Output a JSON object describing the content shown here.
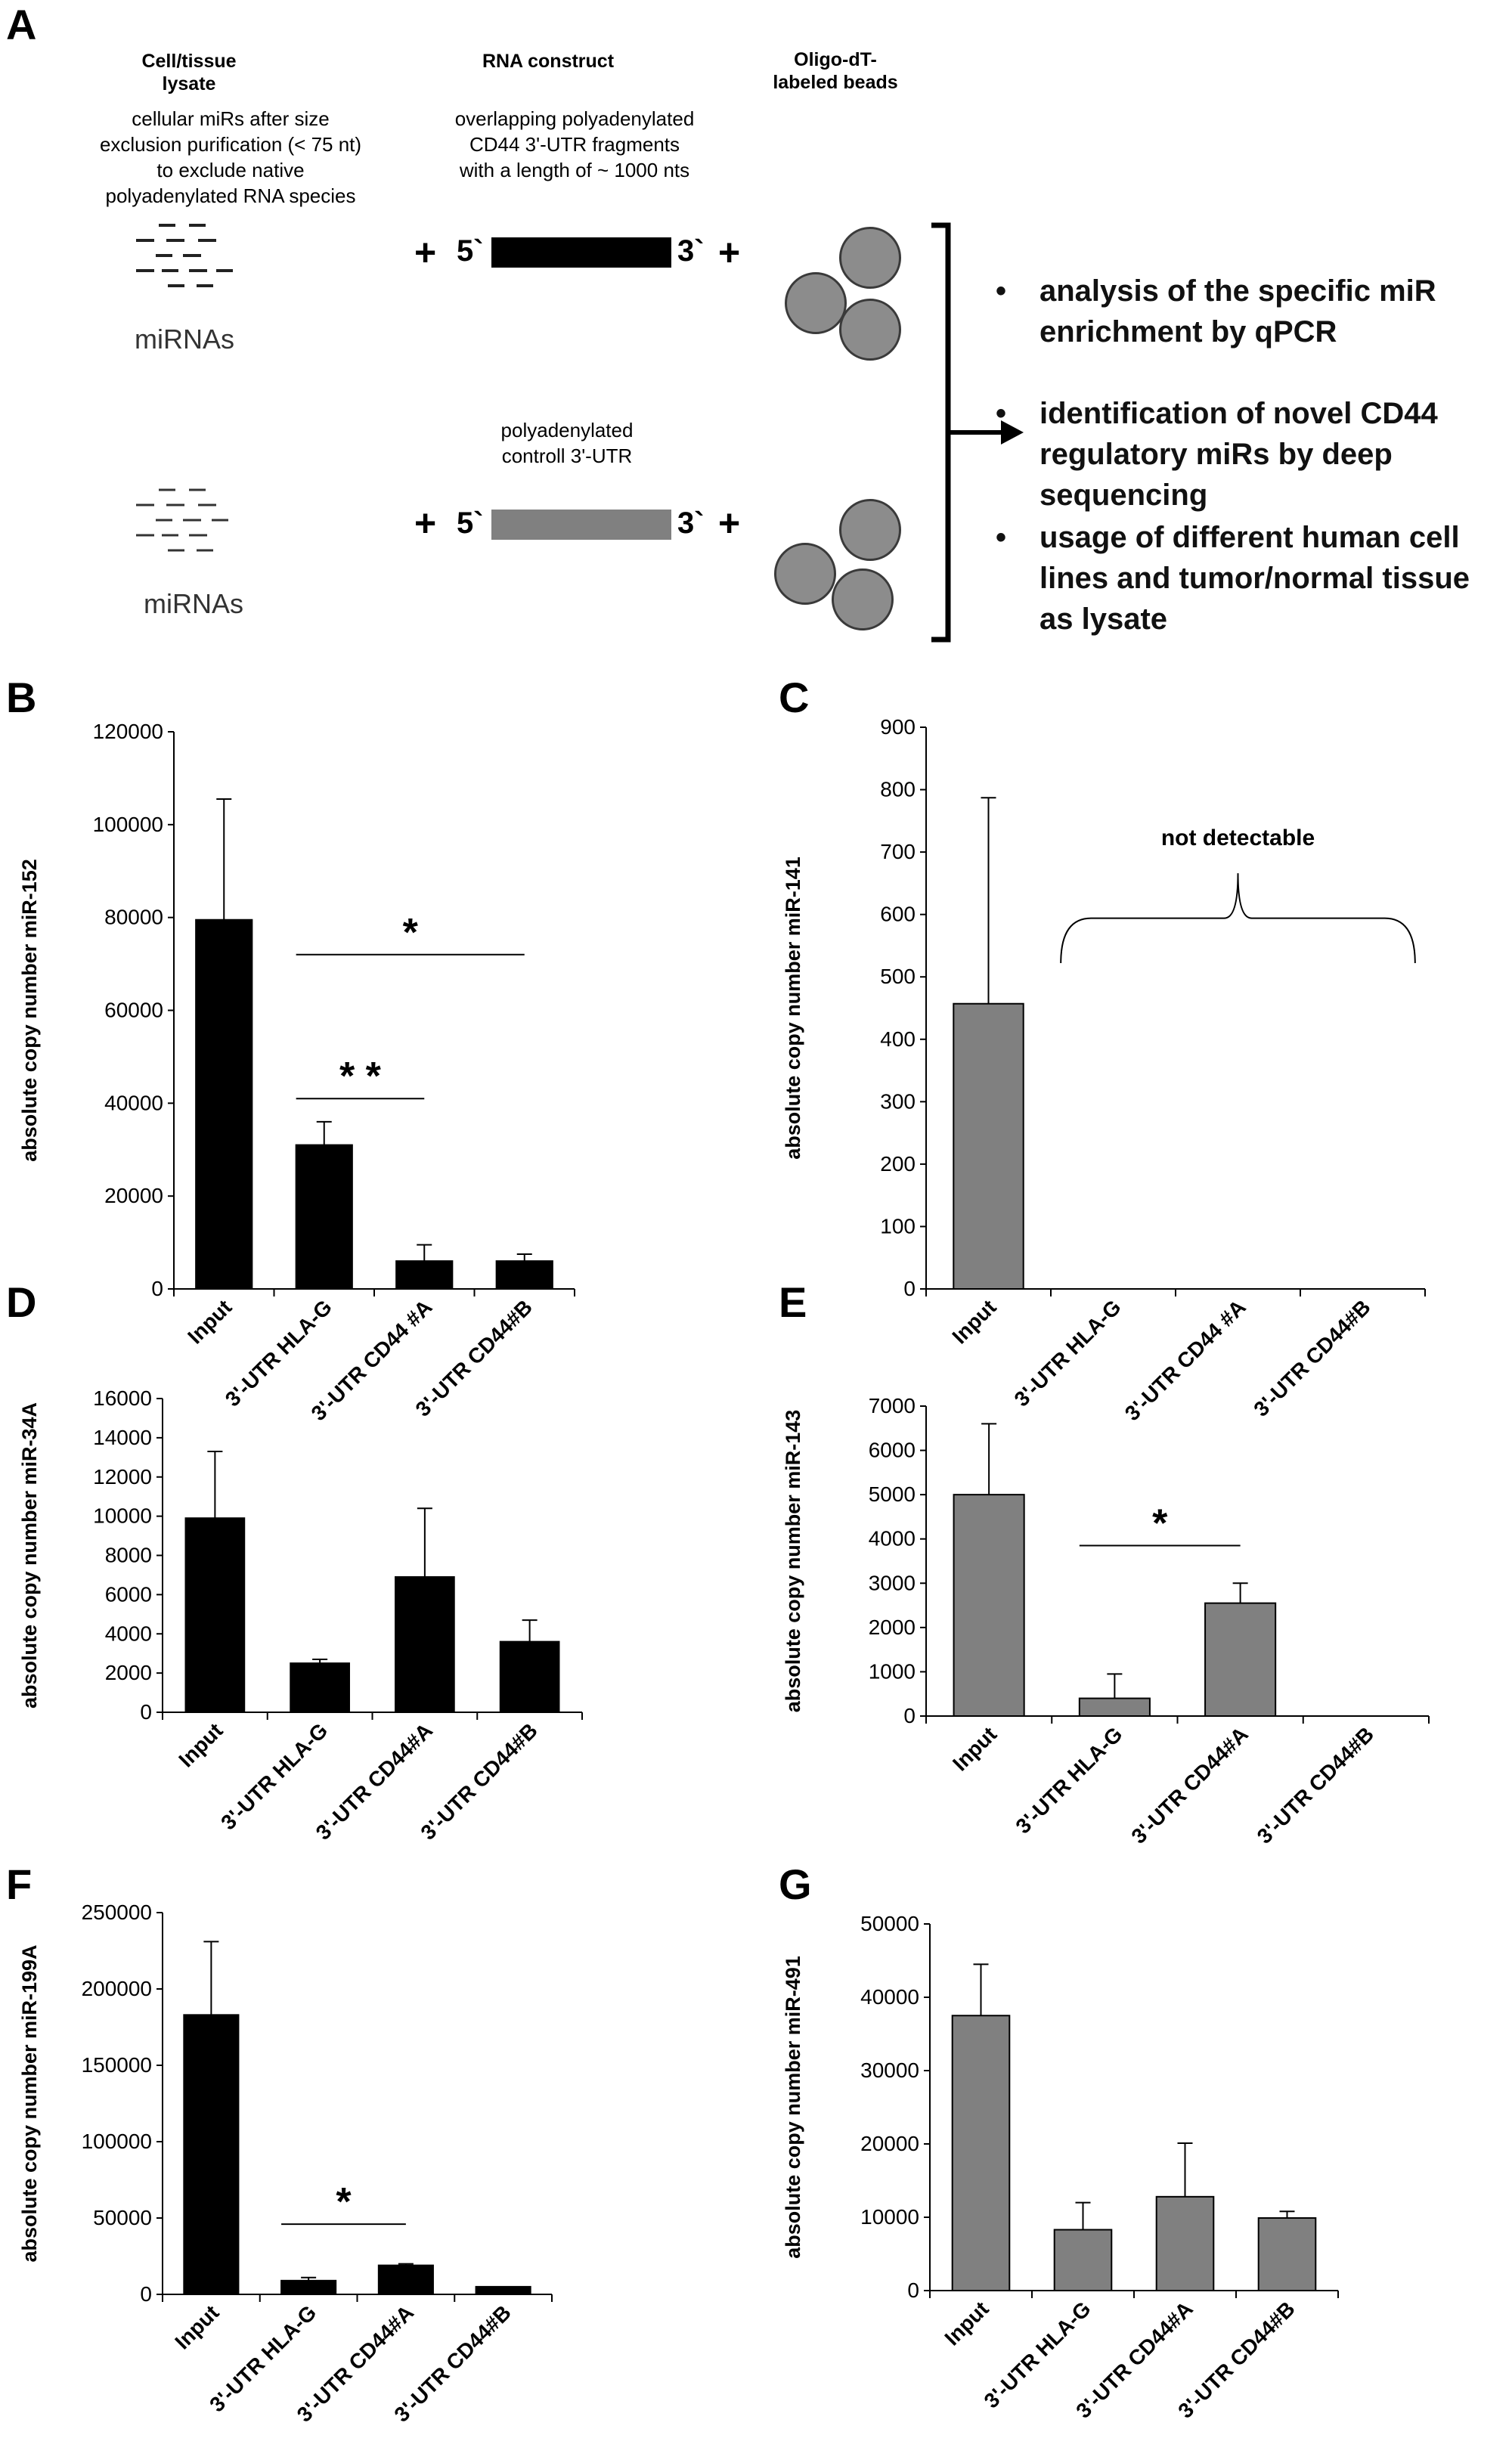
{
  "panel_labels": {
    "A": "A",
    "B": "B",
    "C": "C",
    "D": "D",
    "E": "E",
    "F": "F",
    "G": "G"
  },
  "schematic": {
    "lysate_header": "Cell/tissue\nlysate",
    "lysate_note": "cellular miRs after size\nexclusion purification (< 75 nt)\nto exclude native\npolyadenylated  RNA species",
    "construct_header": "RNA construct",
    "construct_note": "overlapping polyadenylated\nCD44 3'-UTR fragments\nwith a length  of ~ 1000 nts",
    "beads_header": "Oligo-dT-\nlabeled beads",
    "control_note": "polyadenylated\ncontroll 3'-UTR",
    "mirnas_label": "miRNAs",
    "plus": "+",
    "five_prime": "5`",
    "three_prime": "3`",
    "colors": {
      "cd44_construct": "#000000",
      "control_construct": "#808080",
      "beads": "#8c8c8c"
    },
    "bullets": [
      "analysis of the specific miR enrichment by qPCR",
      "identification of novel CD44 regulatory miRs by deep sequencing",
      "usage of different human cell lines and tumor/normal tissue as lysate"
    ]
  },
  "chart_data": [
    {
      "panel": "B",
      "type": "bar",
      "ylabel": "absolute copy number miR-152",
      "categories": [
        "Input",
        "3'-UTR HLA-G",
        "3'-UTR CD44 #A",
        "3'-UTR CD44#B"
      ],
      "values": [
        79500,
        31000,
        6000,
        6000
      ],
      "errors": [
        26000,
        5000,
        3500,
        1500
      ],
      "ylim": [
        0,
        120000
      ],
      "ystep": 20000,
      "yticks_comma": false,
      "color": "#000000",
      "significance": [
        {
          "from": 1,
          "to": 3,
          "y": 72000,
          "label": "*"
        },
        {
          "from": 1,
          "to": 2,
          "y": 41000,
          "label": "* *"
        }
      ]
    },
    {
      "panel": "C",
      "type": "bar",
      "ylabel": "absolute copy number miR-141",
      "categories": [
        "Input",
        "3'-UTR HLA-G",
        "3'-UTR CD44 #A",
        "3'-UTR CD44#B"
      ],
      "values": [
        457,
        0,
        0,
        0
      ],
      "errors": [
        330,
        0,
        0,
        0
      ],
      "ylim": [
        0,
        900
      ],
      "ystep": 100,
      "yticks_comma": false,
      "color": "#808080",
      "annotation": "not detectable"
    },
    {
      "panel": "D",
      "type": "bar",
      "ylabel": "absolute copy number miR-34A",
      "categories": [
        "Input",
        "3'-UTR HLA-G",
        "3'-UTR CD44#A",
        "3'-UTR CD44#B"
      ],
      "values": [
        9900,
        2500,
        6900,
        3600
      ],
      "errors": [
        3400,
        200,
        3500,
        1100
      ],
      "ylim": [
        0,
        16000
      ],
      "ystep": 2000,
      "yticks_comma": false,
      "color": "#000000"
    },
    {
      "panel": "E",
      "type": "bar",
      "ylabel": "absolute copy number miR-143",
      "categories": [
        "Input",
        "3'-UTR HLA-G",
        "3'-UTR CD44#A",
        "3'-UTR CD44#B"
      ],
      "values": [
        5000,
        400,
        2550,
        0
      ],
      "errors": [
        1600,
        550,
        450,
        0
      ],
      "ylim": [
        0,
        7000
      ],
      "ystep": 1000,
      "yticks_comma": false,
      "color": "#808080",
      "significance": [
        {
          "from": 1,
          "to": 2,
          "y": 3850,
          "label": "*"
        }
      ]
    },
    {
      "panel": "F",
      "type": "bar",
      "ylabel": "absolute copy number miR-199A",
      "categories": [
        "Input",
        "3'-UTR HLA-G",
        "3'-UTR CD44#A",
        "3'-UTR CD44#B"
      ],
      "values": [
        183000,
        9000,
        19000,
        5000
      ],
      "errors": [
        48000,
        2000,
        1000,
        0
      ],
      "ylim": [
        0,
        250000
      ],
      "ystep": 50000,
      "yticks_comma": false,
      "color": "#000000",
      "significance": [
        {
          "from": 1,
          "to": 2,
          "y": 46000,
          "label": "*"
        }
      ]
    },
    {
      "panel": "G",
      "type": "bar",
      "ylabel": "absolute copy number miR-491",
      "categories": [
        "Input",
        "3'-UTR HLA-G",
        "3'-UTR CD44#A",
        "3'-UTR CD44#B"
      ],
      "values": [
        37500,
        8300,
        12800,
        9900
      ],
      "errors": [
        7000,
        3700,
        7300,
        900
      ],
      "ylim": [
        0,
        50000
      ],
      "ystep": 10000,
      "yticks_comma": false,
      "color": "#808080"
    }
  ]
}
